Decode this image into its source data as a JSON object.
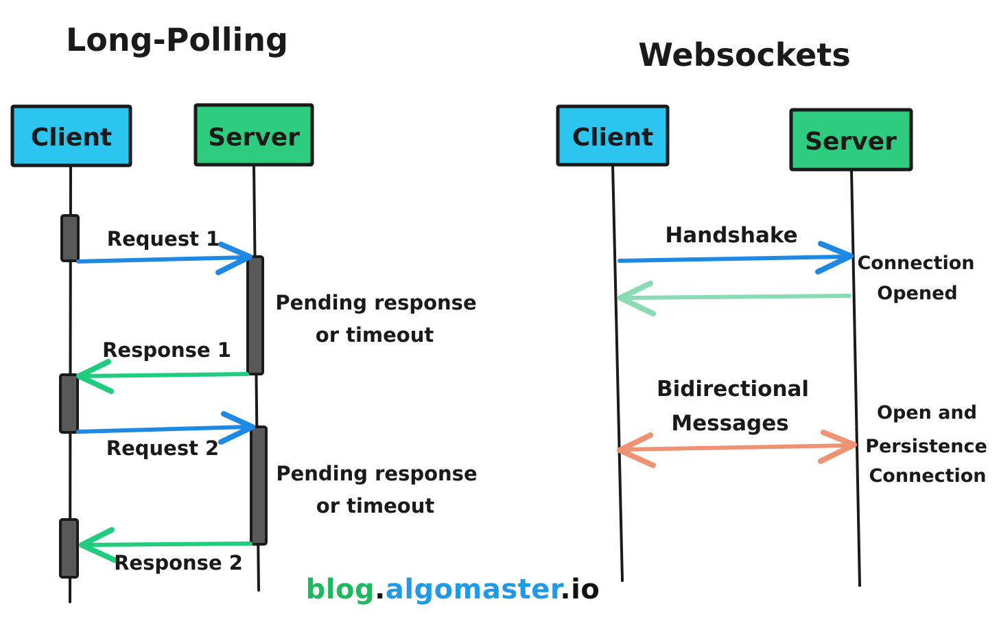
{
  "colors": {
    "client_box": "#2BC5F0",
    "server_box": "#2DCC7F",
    "activation_bar": "#595959",
    "outline": "#1a1a1a",
    "blue_arrow": "#1E88E5",
    "green_arrow": "#20CC7D",
    "light_green_arrow": "#88DBB2",
    "orange_arrow": "#EF9273",
    "logo_green": "#1DB95E",
    "logo_blue": "#2099E8",
    "logo_black": "#111111"
  },
  "left_panel": {
    "title": "Long-Polling",
    "client_label": "Client",
    "server_label": "Server",
    "messages": [
      {
        "label": "Request 1",
        "direction": "client-to-server",
        "color": "blue"
      },
      {
        "label": "Response 1",
        "direction": "server-to-client",
        "color": "green"
      },
      {
        "label": "Request 2",
        "direction": "client-to-server",
        "color": "blue"
      },
      {
        "label": "Response 2",
        "direction": "server-to-client",
        "color": "green"
      }
    ],
    "pending_note_1": {
      "line1": "Pending response",
      "line2": "or timeout"
    },
    "pending_note_2": {
      "line1": "Pending response",
      "line2": "or timeout"
    }
  },
  "right_panel": {
    "title": "Websockets",
    "client_label": "Client",
    "server_label": "Server",
    "handshake_label": "Handshake",
    "connection_opened_note": {
      "line1": "Connection",
      "line2": "Opened"
    },
    "bidirectional_label": {
      "line1": "Bidirectional",
      "line2": "Messages"
    },
    "open_persistence_note": {
      "line1": "Open and",
      "line2": "Persistence",
      "line3": "Connection"
    }
  },
  "footer": {
    "logo_blog": "blog",
    "logo_dot1": ".",
    "logo_algomaster": "algomaster",
    "logo_dot2": ".",
    "logo_io": "io"
  }
}
